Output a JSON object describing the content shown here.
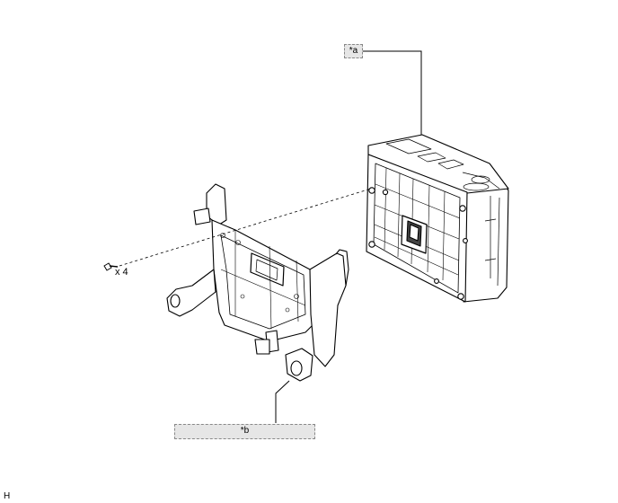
{
  "callouts": {
    "a": "*a",
    "b": "*b"
  },
  "screw_quantity": "x 4",
  "figure_code": "H",
  "colors": {
    "line": "#000000",
    "callout_fill": "#e6e6e6",
    "callout_border": "#888888"
  }
}
